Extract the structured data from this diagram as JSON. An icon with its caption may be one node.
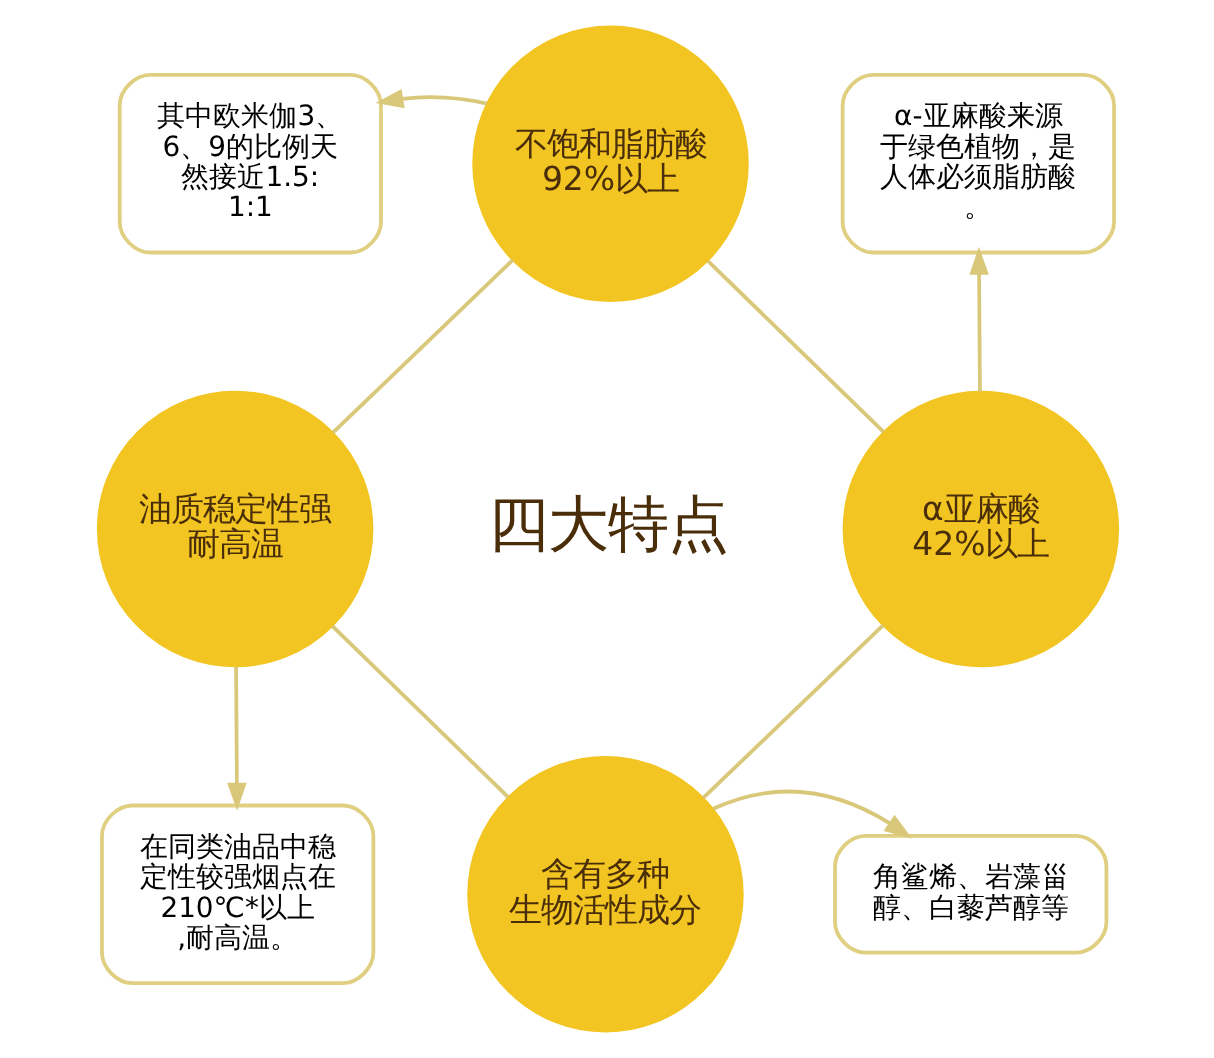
{
  "diagram": {
    "nodes": [
      {
        "text": [
          "其中欧米伽3、6、9的比例天然接近1.5:1:1"
        ]
      },
      {
        "text": [
          "不饱和脂肪酸92%以上"
        ]
      },
      {
        "text": [
          "α-亚麻酸来源于绿色植物，是人体必须脂肪酸。"
        ]
      },
      {
        "text": [
          "油质稳定性强耐高温"
        ]
      },
      {
        "text": [
          "α亚麻酸42%以上"
        ]
      },
      {
        "text": [
          "在同类油品中稳定性较强烟点在210℃*以上,耐高温。"
        ]
      },
      {
        "text": [
          "含有多种生物活性成分"
        ]
      },
      {
        "text": [
          "角鲨烯、岩藻甾醇、白藜芦醇等"
        ]
      }
    ],
    "edges": [
      {
        "from": 1,
        "to": 0,
        "arrow": "to"
      },
      {
        "from": 4,
        "to": 2,
        "arrow": "to"
      },
      {
        "from": 3,
        "to": 5,
        "arrow": "to"
      },
      {
        "from": 6,
        "to": 7,
        "arrow": "to"
      },
      {
        "from": 1,
        "to": 4,
        "arrow": "none"
      },
      {
        "from": 4,
        "to": 6,
        "arrow": "none"
      },
      {
        "from": 1,
        "to": 3,
        "arrow": "none"
      },
      {
        "from": 3,
        "to": 6,
        "arrow": "none"
      }
    ],
    "labels": [
      "四大特点"
    ]
  }
}
